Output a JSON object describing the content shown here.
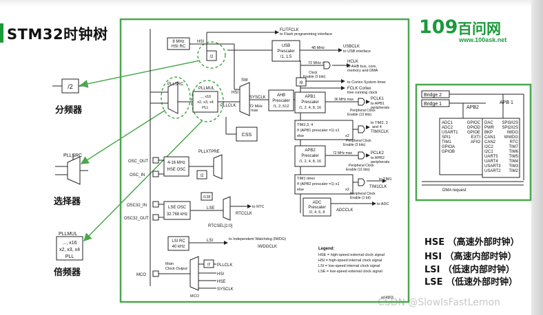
{
  "title": "STM32时钟树",
  "logo": {
    "number": "109",
    "name": "百问网",
    "url": "www.100ask.net"
  },
  "watermark": "CSDN @SlowIsFastLemon",
  "left_examples": {
    "divider": {
      "box": "/2",
      "caption": "分频器"
    },
    "selector": {
      "box": "PLLSRC",
      "caption": "选择器"
    },
    "multiplier": {
      "box_lines": [
        "PLLMUL",
        "..., x16",
        "x2, x3, x4",
        "PLL"
      ],
      "caption": "倍频器"
    }
  },
  "legend_cn": [
    {
      "abbr": "HSE",
      "text": "（高速外部时钟）"
    },
    {
      "abbr": "HSI",
      "text": "（高速内部时钟）"
    },
    {
      "abbr": "LSI",
      "text": "（低速内部时钟）"
    },
    {
      "abbr": "LSE",
      "text": "（低速外部时钟）"
    }
  ],
  "clock_tree": {
    "hsi_rc": [
      "8 MHz",
      "HSI RC"
    ],
    "hsi": "HSI",
    "div2_hsi": "/2",
    "usb_prescaler": [
      "USB",
      "Prescaler",
      "/1, 1.5"
    ],
    "usb_freq": "48 MHz",
    "usbclk": "USBCLK",
    "usbclk_desc": "to USB interface",
    "flitfclk": "FLITFCLK",
    "flitfclk_desc": "to Flash programming interface",
    "pllsrc": "PLLSRC",
    "pllmul": "PLLMUL",
    "pll_lines": [
      "..., x16",
      "x2, x3, x4",
      "PLL"
    ],
    "pllclk": "PLLCLK",
    "sw": "SW",
    "sysclk": "SYSCLK",
    "sysclk_max": [
      "72 MHz",
      "max"
    ],
    "ahb_prescaler": [
      "AHB",
      "Prescaler",
      "/1, 2..512"
    ],
    "css": "CSS",
    "hclk_max": "72 MHz max",
    "hclk": "HCLK",
    "hclk_desc": [
      "to AHB bus, core,",
      "memory and DMA"
    ],
    "clock_enable_3": [
      "Clock",
      "Enable (3 bits)"
    ],
    "div8": "/8",
    "cortex_timer": "to Cortex System timer",
    "fclk": "FCLK Cortex",
    "fclk_desc": "free running clock",
    "apb1_prescaler": [
      "APB1",
      "Prescaler",
      "/1, 2, 4, 8, 16"
    ],
    "apb1_max": "36 MHz max",
    "pclk1": "PCLK1",
    "pclk1_desc": [
      "to APB1",
      "peripherals"
    ],
    "periph_enable_13": [
      "Peripheral Clock",
      "Enable (13 bits)"
    ],
    "tim234": "TIM2,3, 4",
    "tim234_rule": [
      "If (APB1 prescaler =1) x1",
      "else",
      "x2"
    ],
    "tim234_to": [
      "to TIM2, 3",
      "and 4"
    ],
    "timxclk": "TIMXCLK",
    "periph_enable_3": [
      "Peripheral Clock",
      "Enable (3 bits)"
    ],
    "apb2_prescaler": [
      "APB2",
      "Prescaler",
      "/1, 2, 4, 8, 16"
    ],
    "apb2_max": "72 MHz max",
    "pclk2": "PCLK2",
    "pclk2_desc": [
      "to APB2",
      "peripherals"
    ],
    "periph_enable_11": [
      "Peripheral Clock",
      "Enable (11 bits)"
    ],
    "tim1_rule": [
      "TIM1 timer",
      "If (APB2 prescaler =1) x1",
      "else",
      "x2"
    ],
    "tim1_to": "to TIM1",
    "tim1clk": "TIM1CLK",
    "periph_enable_1": [
      "Peripheral Clock",
      "Enable (1 bit)"
    ],
    "adc_prescaler": [
      "ADC",
      "Prescaler",
      "/2, 4, 6, 8"
    ],
    "adc_to": "to ADC",
    "adcclk": "ADCCLK",
    "osc_out": "OSC_OUT",
    "osc_in": "OSC_IN",
    "hse_osc": [
      "4-16 MHz",
      "HSE OSC"
    ],
    "pllxtpre": "PLLXTPRE",
    "div2_hse": "/2",
    "osc32_in": "OSC32_IN",
    "osc32_out": "OSC32_OUT",
    "lse_osc": [
      "LSE OSC",
      "32.768 kHz"
    ],
    "div128": "/128",
    "lse": "LSE",
    "rtc_to": "to RTC",
    "rtcclk": "RTCCLK",
    "rtcsel": "RTCSEL[1:0]",
    "lsi_rc": [
      "LSI RC",
      "40 kHz"
    ],
    "lsi": "LSI",
    "iwdg_to": "to Independent Watchdog (IWDG)",
    "iwdgclk": "IWDGCLK",
    "mco": "MCO",
    "mco_label": [
      "Main",
      "Clock Output"
    ],
    "mco_div2": "/2",
    "mco_inputs": [
      "PLLCLK",
      "HSI",
      "HSE",
      "SYSCLK"
    ],
    "mco_sel": "MCO",
    "legend_title": "Legend:",
    "legend_lines": [
      "HSE = high-speed external clock signal",
      "HSI = high-speed internal clock signal",
      "LSI = low-speed internal clock signal",
      "LSE = low-speed external clock signal"
    ],
    "fig_id": "ai14903"
  },
  "bridge": {
    "bridge2": "Bridge  2",
    "bridge1": "Bridge  1",
    "apb2": "APB2",
    "apb1": "APB 1",
    "apb2_col1": [
      "ADC1",
      "ADC2",
      "USART1",
      "SPI1",
      "TIM1",
      "GPIOA",
      "GPIOB"
    ],
    "apb2_col2": [
      "GPIOC",
      "GPIOD",
      "GPIOE",
      "EXTI",
      "AFIO"
    ],
    "apb1_col1": [
      "DAC",
      "PWR",
      "BKP",
      "CAN1",
      "CAN2",
      "I2C2",
      "I2C1",
      "UART5",
      "UART4",
      "USART3",
      "USART2"
    ],
    "apb1_col2": [
      "SPI3/I2S",
      "SPI2/I2S",
      "IWDG",
      "WWDG",
      "RTC",
      "TIM7",
      "TIM6",
      "TIM5",
      "TIM4",
      "TIM3",
      "TIM2"
    ],
    "dma": "DMA request"
  },
  "colors": {
    "accent": "#1a9a3a",
    "frame": "#49a84c",
    "line": "#222222"
  }
}
